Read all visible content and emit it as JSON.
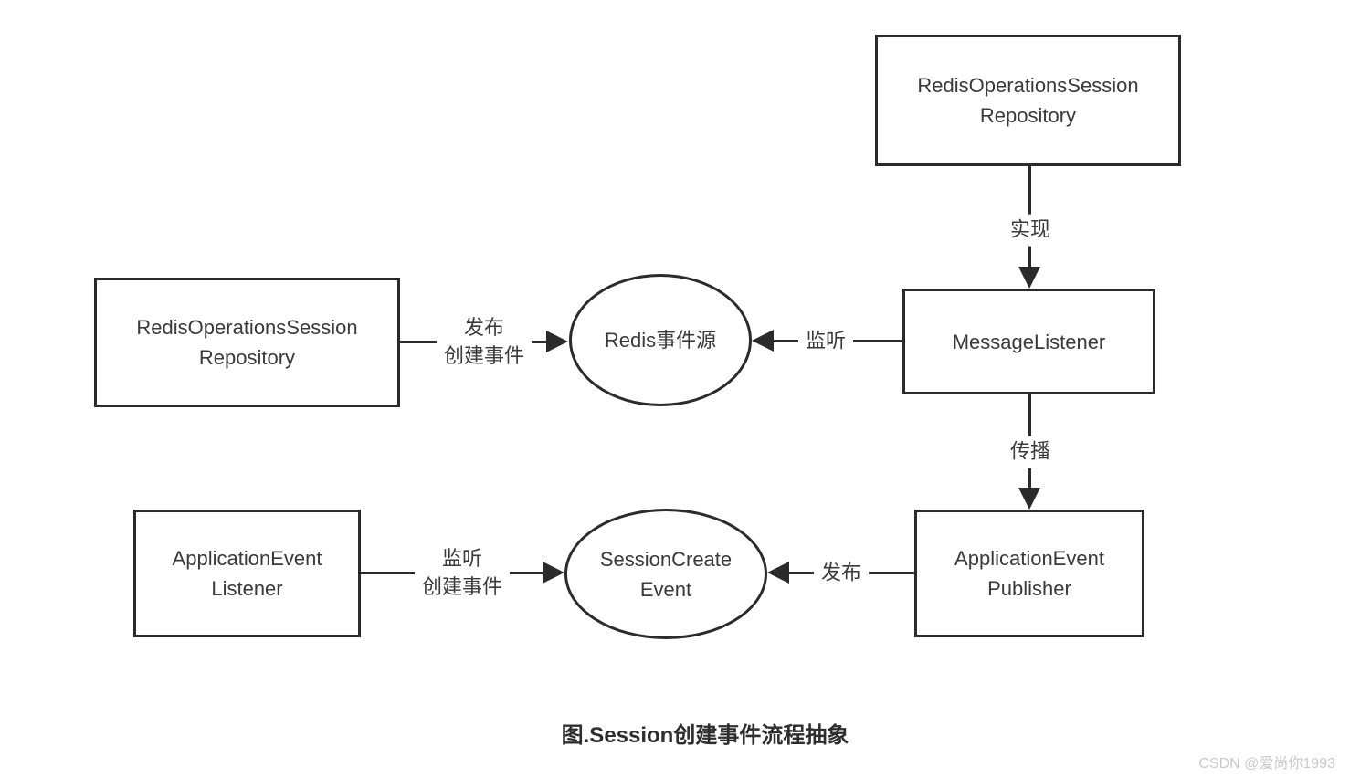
{
  "colors": {
    "line": "#2b2b2b",
    "text": "#3a3a3a",
    "background": "#ffffff",
    "watermark_text": "#c9c9c9"
  },
  "nodes": [
    {
      "id": "redis-operations-session-repository-top",
      "shape": "rect",
      "label": "RedisOperationsSession\nRepository"
    },
    {
      "id": "message-listener",
      "shape": "rect",
      "label": "MessageListener"
    },
    {
      "id": "redis-operations-session-repository-left",
      "shape": "rect",
      "label": "RedisOperationsSession\nRepository"
    },
    {
      "id": "redis-event-source",
      "shape": "ellipse",
      "label": "Redis事件源"
    },
    {
      "id": "application-event-publisher",
      "shape": "rect",
      "label": "ApplicationEvent\nPublisher"
    },
    {
      "id": "application-event-listener",
      "shape": "rect",
      "label": "ApplicationEvent\nListener"
    },
    {
      "id": "session-create-event",
      "shape": "ellipse",
      "label": "SessionCreate\nEvent"
    }
  ],
  "edges": [
    {
      "from": "redis-operations-session-repository-top",
      "to": "message-listener",
      "label": "实现"
    },
    {
      "from": "message-listener",
      "to": "redis-event-source",
      "label": "监听"
    },
    {
      "from": "redis-operations-session-repository-left",
      "to": "redis-event-source",
      "label": "发布\n创建事件"
    },
    {
      "from": "message-listener",
      "to": "application-event-publisher",
      "label": "传播"
    },
    {
      "from": "application-event-publisher",
      "to": "session-create-event",
      "label": "发布"
    },
    {
      "from": "application-event-listener",
      "to": "session-create-event",
      "label": "监听\n创建事件"
    }
  ],
  "caption": "图.Session创建事件流程抽象",
  "watermark": "CSDN @爱尚你1993"
}
